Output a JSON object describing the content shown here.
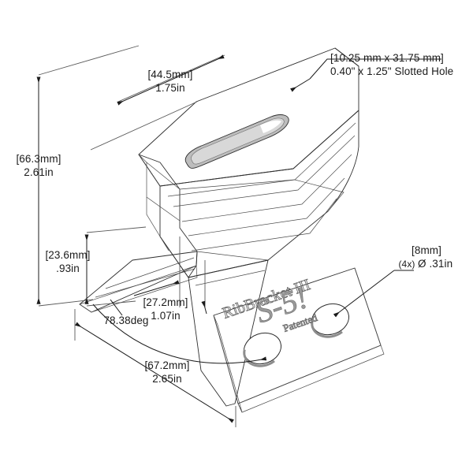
{
  "drawing": {
    "title": "RibBracket III isometric dimensioned drawing",
    "part_name": "RibBracket III",
    "brand_mark": "S-5!",
    "brand_suffix": "Patented",
    "background_color": "#ffffff",
    "line_color": "#1b1b1b",
    "metal_light": "#c9c9c9",
    "metal_mid": "#a9a9a9",
    "metal_dark": "#6f6f6f",
    "metal_darkest": "#4a4a4a"
  },
  "annotations": {
    "slot_note": {
      "line1": "[10.25 mm x 31.75 mm]",
      "line2": "0.40\" x 1.25\" Slotted Hole"
    },
    "width_top": {
      "metric": "[44.5mm]",
      "imperial": "1.75in"
    },
    "height_overall": {
      "metric": "[66.3mm]",
      "imperial": "2.61in"
    },
    "height_lower": {
      "metric": "[23.6mm]",
      "imperial": ".93in"
    },
    "depth_mid": {
      "metric": "[27.2mm]",
      "imperial": "1.07in"
    },
    "angle": {
      "value": "78.38deg"
    },
    "base_length": {
      "metric": "[67.2mm]",
      "imperial": "2.65in"
    },
    "hole_note": {
      "qty": "(4x)",
      "metric": "[8mm]",
      "imperial": "Ø .31in"
    }
  }
}
